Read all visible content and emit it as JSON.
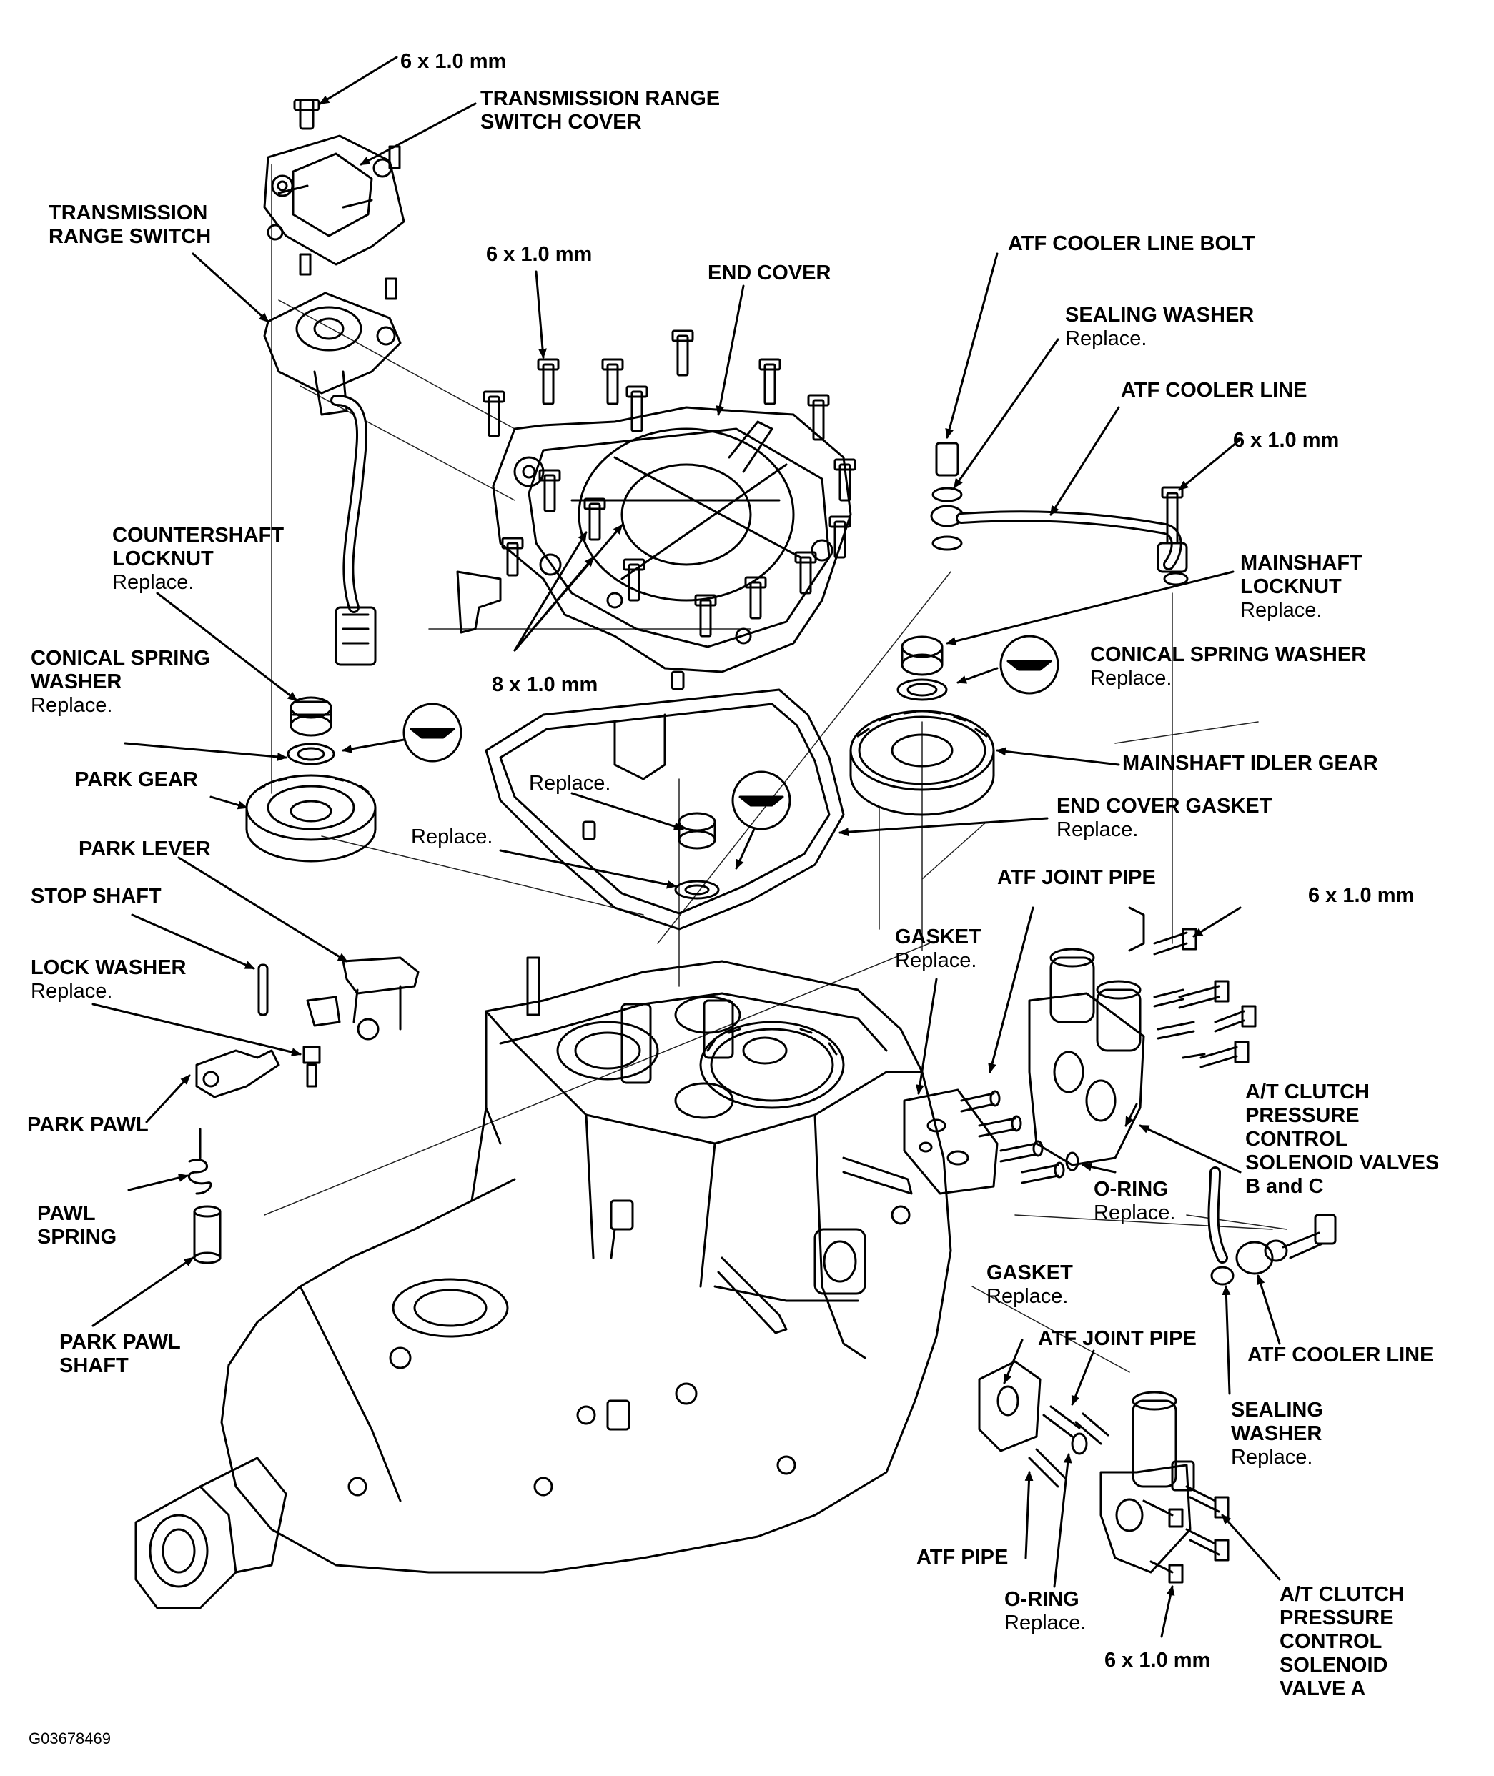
{
  "figure_id": "G03678469",
  "replace_note": "Replace.",
  "labels": {
    "bolt_6x10_top": "6 x 1.0 mm",
    "range_switch_cover": "TRANSMISSION RANGE SWITCH COVER",
    "range_switch": "TRANSMISSION RANGE SWITCH",
    "bolt_6x10_endcover": "6 x 1.0 mm",
    "end_cover": "END COVER",
    "atf_cooler_line_bolt": "ATF COOLER LINE BOLT",
    "sealing_washer_top": "SEALING WASHER",
    "atf_cooler_line_top": "ATF COOLER LINE",
    "bolt_6x10_cooler": "6 x 1.0 mm",
    "countershaft_locknut": "COUNTERSHAFT LOCKNUT",
    "mainshaft_locknut": "MAINSHAFT LOCKNUT",
    "conical_spring_washer_left": "CONICAL SPRING WASHER",
    "conical_spring_washer_right": "CONICAL SPRING WASHER",
    "bolt_8x10": "8 x 1.0 mm",
    "park_gear": "PARK GEAR",
    "mainshaft_idler_gear": "MAINSHAFT IDLER GEAR",
    "end_cover_gasket": "END COVER GASKET",
    "park_lever": "PARK LEVER",
    "atf_joint_pipe_top": "ATF JOINT PIPE",
    "bolt_6x10_solenoid_bc": "6 x 1.0 mm",
    "stop_shaft": "STOP SHAFT",
    "gasket_top": "GASKET",
    "lock_washer": "LOCK WASHER",
    "clutch_solenoid_bc": "A/T CLUTCH PRESSURE CONTROL SOLENOID VALVES B and C",
    "park_pawl": "PARK PAWL",
    "o_ring_top": "O-RING",
    "pawl_spring": "PAWL SPRING",
    "gasket_bottom": "GASKET",
    "atf_cooler_line_bottom": "ATF COOLER LINE",
    "park_pawl_shaft": "PARK PAWL SHAFT",
    "atf_joint_pipe_bottom": "ATF JOINT PIPE",
    "sealing_washer_bottom": "SEALING WASHER",
    "atf_pipe": "ATF PIPE",
    "o_ring_bottom": "O-RING",
    "clutch_solenoid_a": "A/T CLUTCH PRESSURE CONTROL SOLENOID VALVE A",
    "bolt_6x10_bottom": "6 x 1.0 mm"
  },
  "label_lines": {
    "range_switch_cover": [
      "TRANSMISSION RANGE",
      "SWITCH COVER"
    ],
    "range_switch": [
      "TRANSMISSION",
      "RANGE SWITCH"
    ],
    "countershaft_locknut": [
      "COUNTERSHAFT",
      "LOCKNUT"
    ],
    "mainshaft_locknut": [
      "MAINSHAFT",
      "LOCKNUT"
    ],
    "conical_spring_washer_left": [
      "CONICAL SPRING",
      "WASHER"
    ],
    "clutch_solenoid_bc": [
      "A/T CLUTCH",
      "PRESSURE",
      "CONTROL",
      "SOLENOID VALVES",
      "B and C"
    ],
    "pawl_spring": [
      "PAWL",
      "SPRING"
    ],
    "park_pawl_shaft": [
      "PARK PAWL",
      "SHAFT"
    ],
    "sealing_washer_bottom": [
      "SEALING",
      "WASHER"
    ],
    "clutch_solenoid_a": [
      "A/T CLUTCH",
      "PRESSURE",
      "CONTROL",
      "SOLENOID",
      "VALVE A"
    ]
  },
  "colors": {
    "ink": "#000000",
    "paper": "#ffffff"
  }
}
